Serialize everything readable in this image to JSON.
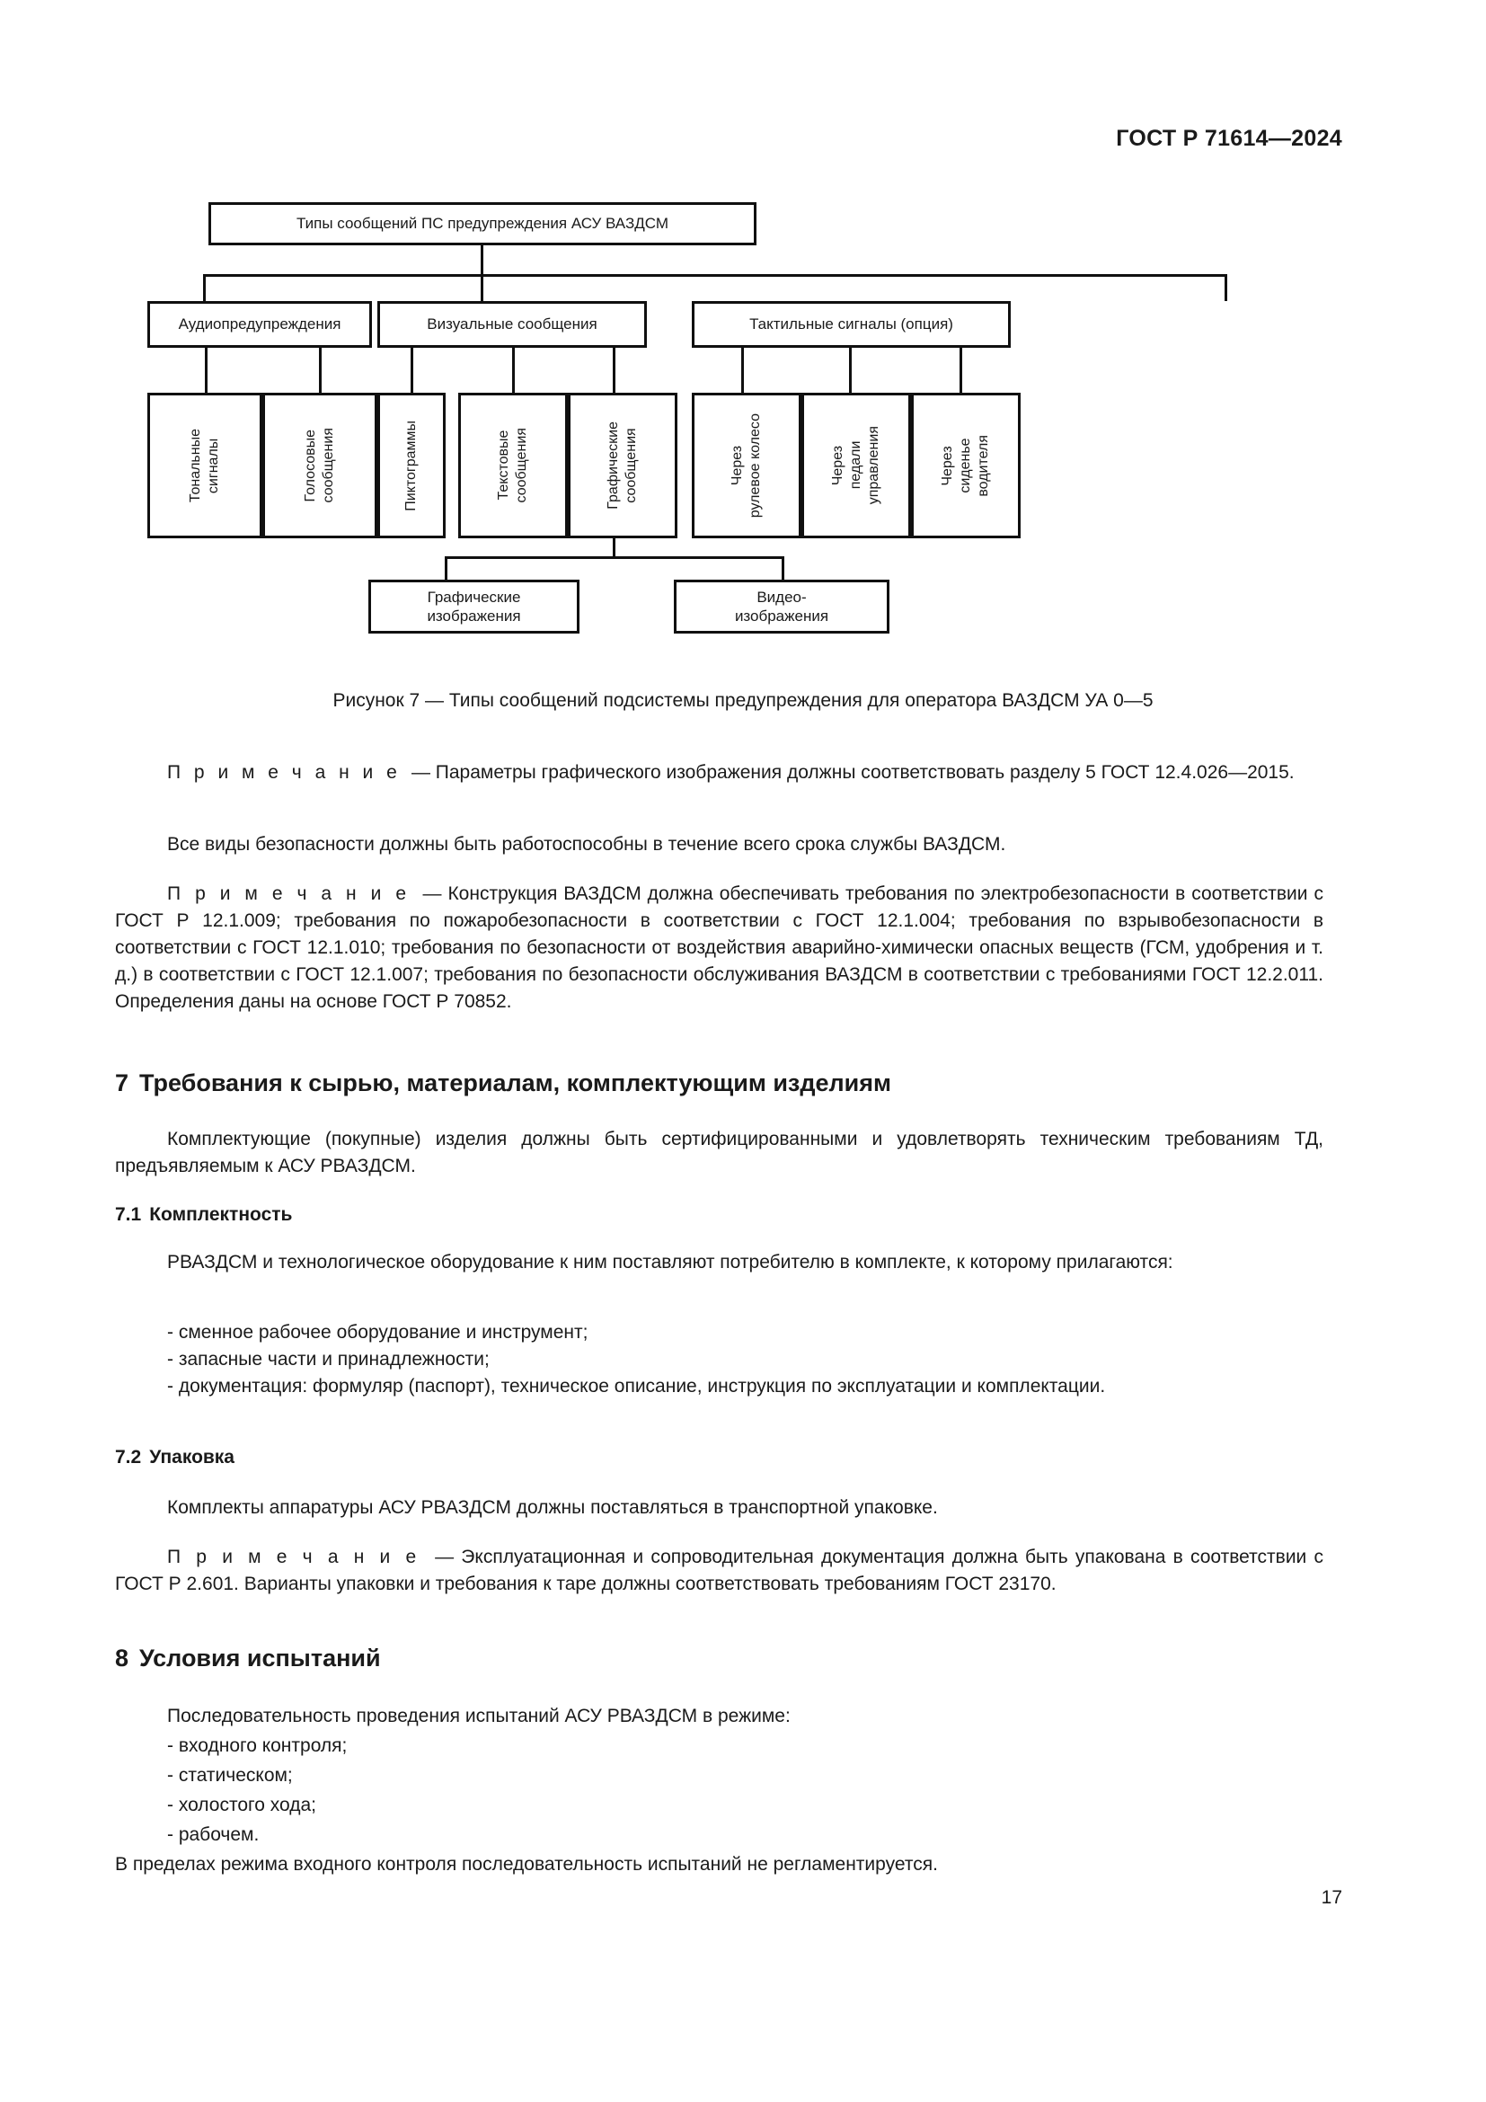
{
  "header": {
    "standard": "ГОСТ Р 71614—2024"
  },
  "figure": {
    "root": "Типы сообщений ПС предупреждения АСУ ВАЗДСМ",
    "level2": [
      "Аудиопредупреждения",
      "Визуальные сообщения",
      "Тактильные сигналы (опция)"
    ],
    "level3": [
      "Тональные\nсигналы",
      "Голосовые\nсообщения",
      "Пиктограммы",
      "Текстовые\nсообщения",
      "Графические\nсообщения",
      "Через\nрулевое колесо",
      "Через\nпедали\nуправления",
      "Через\nсиденье\nводителя"
    ],
    "level4": [
      "Графические\nизображения",
      "Видео-\nизображения"
    ],
    "caption": "Рисунок 7 — Типы сообщений подсистемы предупреждения для оператора ВАЗДСМ УА 0—5"
  },
  "body": {
    "note1_label": "П р и м е ч а н и е",
    "note1_text": "— Параметры графического изображения должны соответствовать разделу 5 ГОСТ 12.4.026—2015.",
    "para_safety": "Все виды безопасности должны быть работоспособны в течение всего срока службы ВАЗДСМ.",
    "note2_label": "П р и м е ч а н и е",
    "note2_text": "— Конструкция ВАЗДСМ должна обеспечивать требования по электробезопасности в соответствии с ГОСТ Р 12.1.009; требования по пожаробезопасности в соответствии с ГОСТ 12.1.004; требования по взрывобезопасности в соответствии с ГОСТ 12.1.010; требования по безопасности от воздействия аварийно-химически опасных веществ (ГСМ, удобрения и т. д.) в соответствии с ГОСТ 12.1.007; требования по безопасности обслуживания ВАЗДСМ в соответствии с требованиями ГОСТ 12.2.011. Определения даны на основе ГОСТ Р 70852.",
    "sec7_num": "7",
    "sec7_title": "Требования к сырью, материалам, комплектующим изделиям",
    "sec7_para": "Комплектующие (покупные) изделия должны быть сертифицированными и удовлетворять техническим требованиям ТД, предъявляемым к АСУ РВАЗДСМ.",
    "sec71_num": "7.1",
    "sec71_title": "Комплектность",
    "sec71_para": "РВАЗДСМ и технологическое оборудование к ним поставляют потребителю в комплекте, к которому прилагаются:",
    "sec71_items": [
      "- сменное рабочее оборудование и инструмент;",
      "- запасные части и принадлежности;",
      "- документация: формуляр (паспорт), техническое описание, инструкция по эксплуатации и комплектации."
    ],
    "sec72_num": "7.2",
    "sec72_title": "Упаковка",
    "sec72_para": "Комплекты аппаратуры АСУ РВАЗДСМ должны поставляться в транспортной упаковке.",
    "note3_label": "П р и м е ч а н и е",
    "note3_text": "— Эксплуатационная и сопроводительная документация должна быть упакована в соответствии с ГОСТ Р 2.601. Варианты упаковки и требования к таре должны соответствовать требованиям ГОСТ 23170.",
    "sec8_num": "8",
    "sec8_title": "Условия испытаний",
    "sec8_para": "Последовательность проведения испытаний АСУ РВАЗДСМ в режиме:",
    "sec8_items": [
      "- входного контроля;",
      "- статическом;",
      "- холостого хода;",
      "- рабочем."
    ],
    "sec8_closing": "В пределах режима входного контроля последовательность испытаний не регламентируется.",
    "page_number": "17"
  }
}
